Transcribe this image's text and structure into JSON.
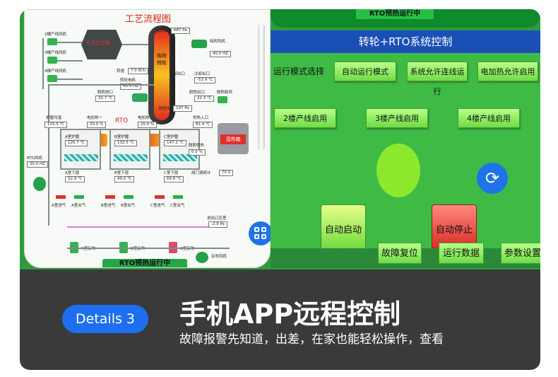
{
  "left_screen": {
    "title": "工艺流程图",
    "floors": [
      "2楼产线风机",
      "3楼产线风机",
      "4楼产线风机"
    ],
    "scrubber_label": "干式过滤器",
    "suction_outlet_label": "吸附出口",
    "suction_outlet_value": "687 Pa",
    "suction_fan_label": "吸附风机",
    "suction_fan_value": "40.0 HZ",
    "rotor_label": "转速",
    "rotor_value": "7.0 转/h",
    "rotor_motor_label": "转轮电机",
    "rotor_motor_value": "40.0 HZ",
    "cool_outlet_label": "冷却出口",
    "cool_outlet_value": "-53.9 ℃",
    "desorb_inlet_label": "脱附进口",
    "desorb_inlet_value": "32.7 ℃",
    "desorb_outlet_label": "脱附出口",
    "desorb_outlet_value": "22.3 ℃",
    "desorb_fresh_label": "脱附新风",
    "desorb_exit_label": "脱附出口",
    "desorb_exit_value": "197 Pa",
    "rotor_text": "吸附转轮",
    "furnace_temp_label": "炉膛均温",
    "furnace_temp_value": "133.5 ℃",
    "heater1_label": "电加热一",
    "heater1_value": "20.0 %",
    "rto_label": "RTO",
    "heater2_label": "电加热二",
    "heater2_value": "20.0 %",
    "supply_inlet_label": "供热入口",
    "supply_inlet_value": "81.4 ℃",
    "desorb_supply_label": "脱附供热",
    "desorb_supply_value": "0.0 %",
    "mix_tank_label": "混热箱",
    "chamber_a_upper": "A室炉膛",
    "chamber_a_upper_value": "120.7 ℃",
    "chamber_b_upper": "B室炉膛",
    "chamber_b_upper_value": "132.5 ℃",
    "chamber_c_upper": "C室炉膛",
    "chamber_c_upper_value": "147.2 ℃",
    "chamber_a_lower": "A室下层",
    "chamber_a_lower_value": "52.9 ℃",
    "chamber_b_lower": "B室下层",
    "chamber_b_lower_value": "49.0 ℃",
    "chamber_c_lower": "C室下层",
    "chamber_c_lower_value": "69.8 ℃",
    "valve_open_label": "阀门调频计",
    "valve_open_value": "70 S",
    "rto_fan_label": "RTO风机",
    "rto_fan_value": "30.0 HZ",
    "gas_labels": [
      "A室进气",
      "A室出气",
      "B室进气",
      "B室出气",
      "C室进气",
      "C室出气"
    ],
    "pressure_label": "进出口压差",
    "pressure_value": "-2.9 Pa",
    "blow_labels": [
      "A室反吹",
      "B室反吹",
      "C室反吹"
    ],
    "back_fan_label": "反吹风机",
    "bottom_banner": "RTO预热运行中"
  },
  "right_screen": {
    "top_banner": "RTO预热运行中",
    "header": "转轮+RTO系统控制",
    "mode_label": "运行模式选择",
    "mode_buttons": [
      "自动运行模式",
      "系统允许连线运行",
      "电加热允许启用"
    ],
    "line_buttons": [
      "2楼产线启用",
      "3楼产线启用",
      "4楼产线启用"
    ],
    "auto_start": "自动启动",
    "auto_stop": "自动停止",
    "bottom_buttons": [
      "故障复位",
      "运行数据",
      "参数设置"
    ]
  },
  "caption": {
    "badge": "Details 3",
    "heading": "手机APP远程控制",
    "subheading": "故障报警先知道，出差，在家也能轻松操作，查看"
  },
  "colors": {
    "panel_bg": "#3a3a3a",
    "badge": "#1e6ef0",
    "header_blue": "#1a50b6",
    "green_button": "#6fdc45",
    "stop_red": "#d4201a"
  }
}
